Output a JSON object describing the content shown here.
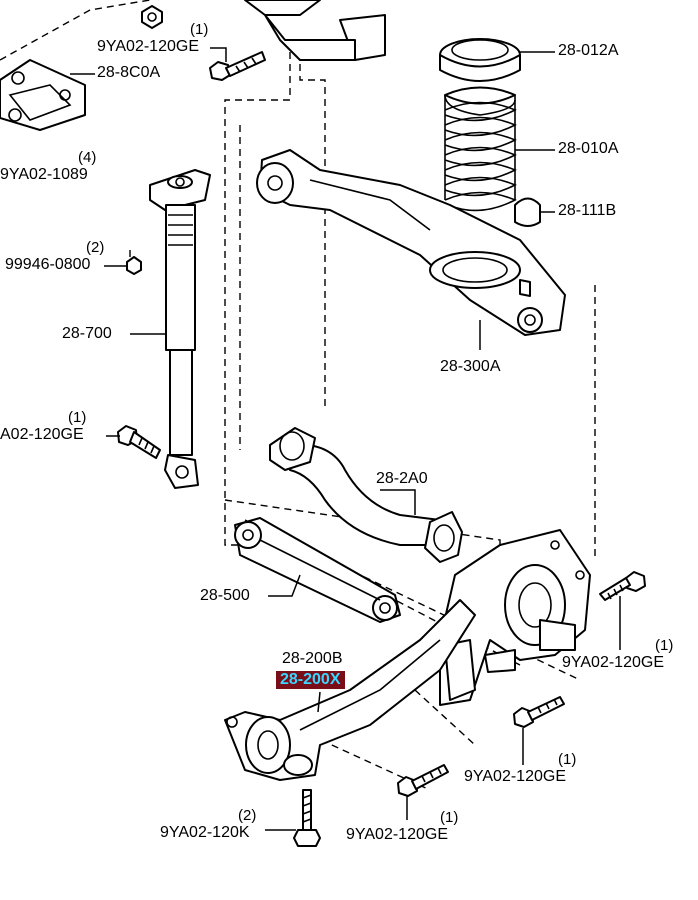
{
  "labels": {
    "bolt_top": "9YA02-120GE",
    "bolt_top_qty": "(1)",
    "bracket": "28-8C0A",
    "bolt_1089": "9YA02-1089",
    "bolt_1089_qty": "(4)",
    "nut_0800": "99946-0800",
    "nut_0800_qty": "(2)",
    "shock": "28-700",
    "bolt_shock": "A02-120GE",
    "bolt_shock_qty": "(1)",
    "spring_seat": "28-012A",
    "spring": "28-010A",
    "bump_stop": "28-111B",
    "lower_arm": "28-300A",
    "upper_arm": "28-2A0",
    "lateral_link": "28-500",
    "trailing_arm_b": "28-200B",
    "trailing_arm_x": "28-200X",
    "bolt_right": "9YA02-120GE",
    "bolt_right_qty": "(1)",
    "bolt_mid": "9YA02-120GE",
    "bolt_mid_qty": "(1)",
    "bolt_bottom": "9YA02-120GE",
    "bolt_bottom_qty": "(1)",
    "bolt_120k": "9YA02-120K",
    "bolt_120k_qty": "(2)"
  },
  "colors": {
    "highlight_bg": "#7a0e18",
    "highlight_text": "#3ad6ff"
  }
}
